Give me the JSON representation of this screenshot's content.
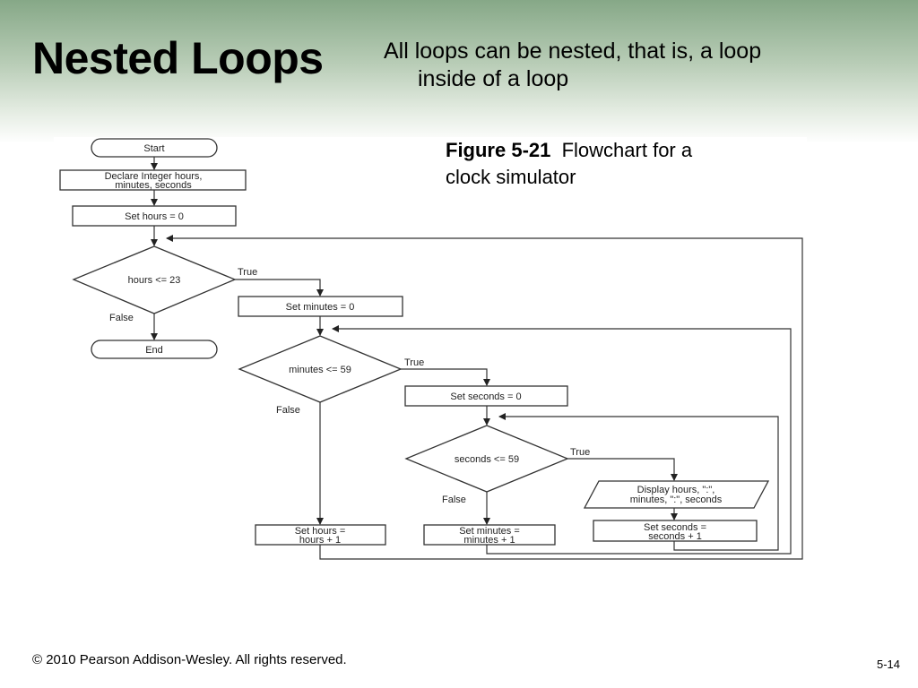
{
  "slide": {
    "title": "Nested Loops",
    "bullet_line1": "All loops can be nested, that is, a loop",
    "bullet_line2": "inside of a loop",
    "caption_figure": "Figure 5-21",
    "caption_text": "Flowchart for a",
    "caption_text2": "clock simulator"
  },
  "flowchart": {
    "start": "Start",
    "declare_line1": "Declare Integer hours,",
    "declare_line2": "minutes, seconds",
    "set_hours": "Set hours = 0",
    "cond_hours": "hours <= 23",
    "true_label": "True",
    "false_label": "False",
    "end": "End",
    "set_minutes": "Set minutes = 0",
    "cond_minutes": "minutes <= 59",
    "set_seconds": "Set seconds = 0",
    "cond_seconds": "seconds <= 59",
    "display_line1": "Display hours, \":\",",
    "display_line2": "minutes, \":\", seconds",
    "inc_seconds_line1": "Set seconds =",
    "inc_seconds_line2": "seconds + 1",
    "inc_minutes_line1": "Set minutes =",
    "inc_minutes_line2": "minutes + 1",
    "inc_hours_line1": "Set hours =",
    "inc_hours_line2": "hours + 1"
  },
  "footer": {
    "copyright": "© 2010 Pearson Addison-Wesley. All rights reserved.",
    "slide_number": "5-14"
  }
}
